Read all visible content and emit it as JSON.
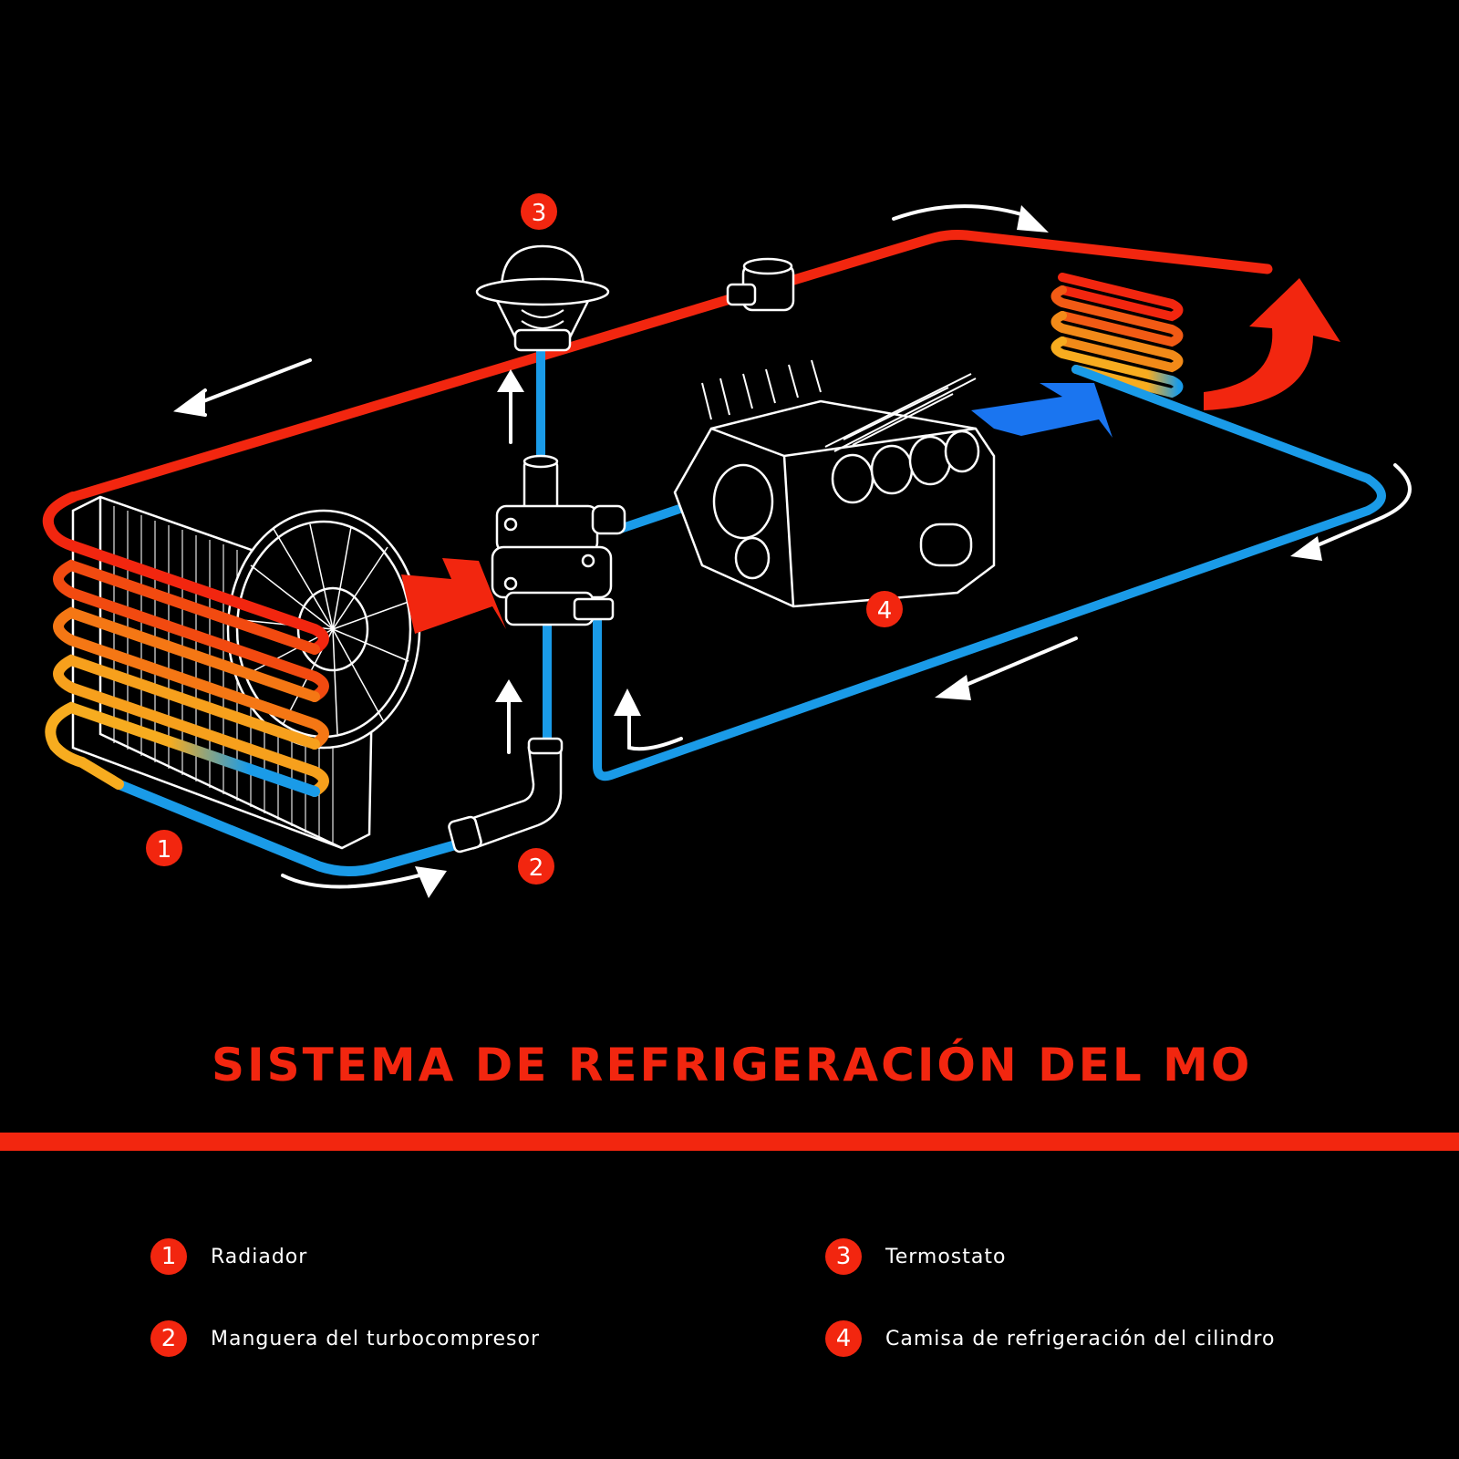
{
  "title": "SISTEMA DE REFRIGERACIÓN DEL MO",
  "colors": {
    "accent": "#f2260f",
    "cold": "#1a9be8",
    "warm": "#f7ac1f",
    "background": "#000000",
    "line": "#ffffff"
  },
  "markers": {
    "m1": "1",
    "m2": "2",
    "m3": "3",
    "m4": "4"
  },
  "legend": [
    {
      "number": "1",
      "label": "Radiador"
    },
    {
      "number": "2",
      "label": "Manguera del turbocompresor"
    },
    {
      "number": "3",
      "label": "Termostato"
    },
    {
      "number": "4",
      "label": "Camisa de refrigeración del cilindro"
    }
  ]
}
